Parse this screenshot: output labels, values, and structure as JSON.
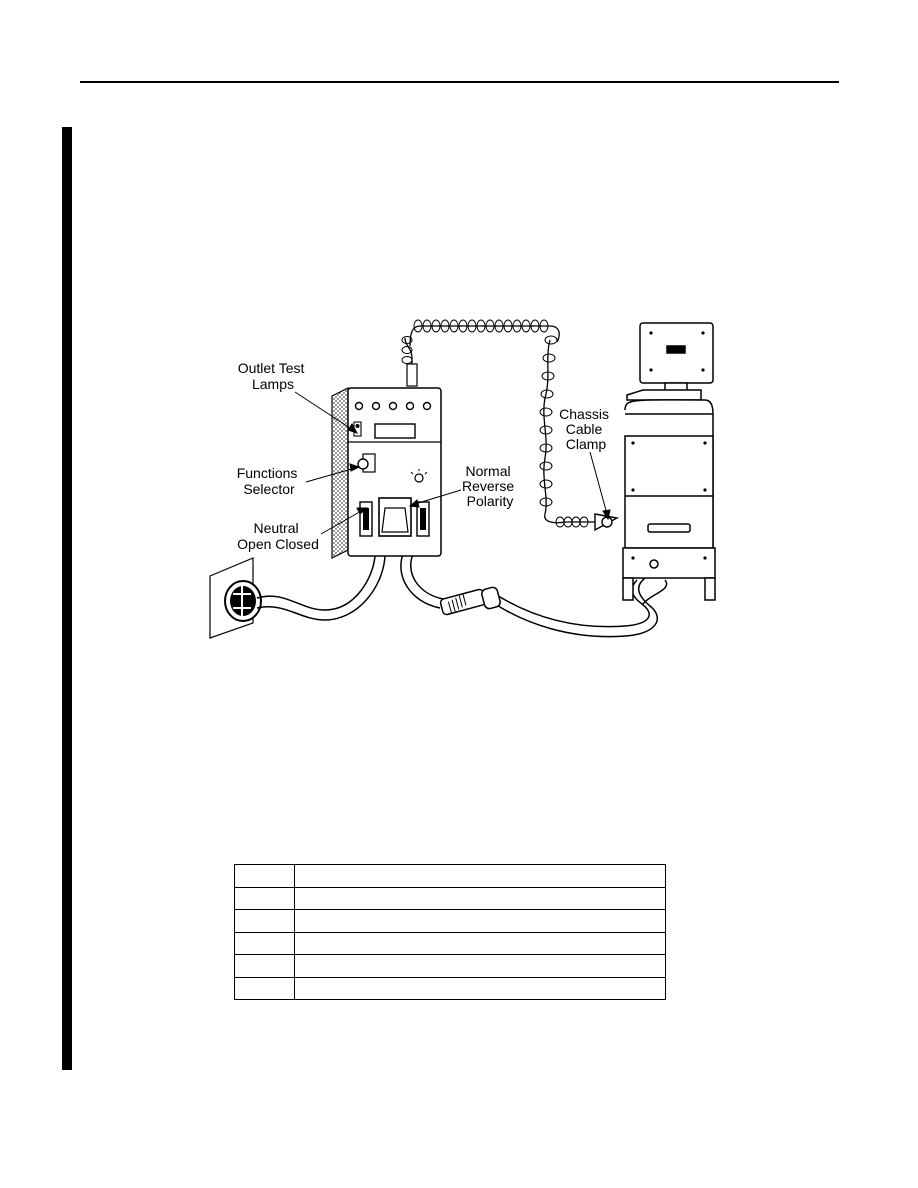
{
  "figure": {
    "callouts": {
      "outlet_test_lamps": [
        "Outlet Test",
        "Lamps"
      ],
      "functions_selector": [
        "Functions",
        "Selector"
      ],
      "neutral": [
        "Neutral",
        "Open Closed"
      ],
      "polarity": [
        "Normal",
        "Reverse",
        "Polarity"
      ],
      "chassis_clamp": [
        "Chassis",
        "Cable",
        "Clamp"
      ]
    }
  },
  "table": {
    "rows": [
      {
        "c1": "",
        "c2": ""
      },
      {
        "c1": "",
        "c2": ""
      },
      {
        "c1": "",
        "c2": ""
      },
      {
        "c1": "",
        "c2": ""
      },
      {
        "c1": "",
        "c2": ""
      },
      {
        "c1": "",
        "c2": ""
      }
    ]
  }
}
